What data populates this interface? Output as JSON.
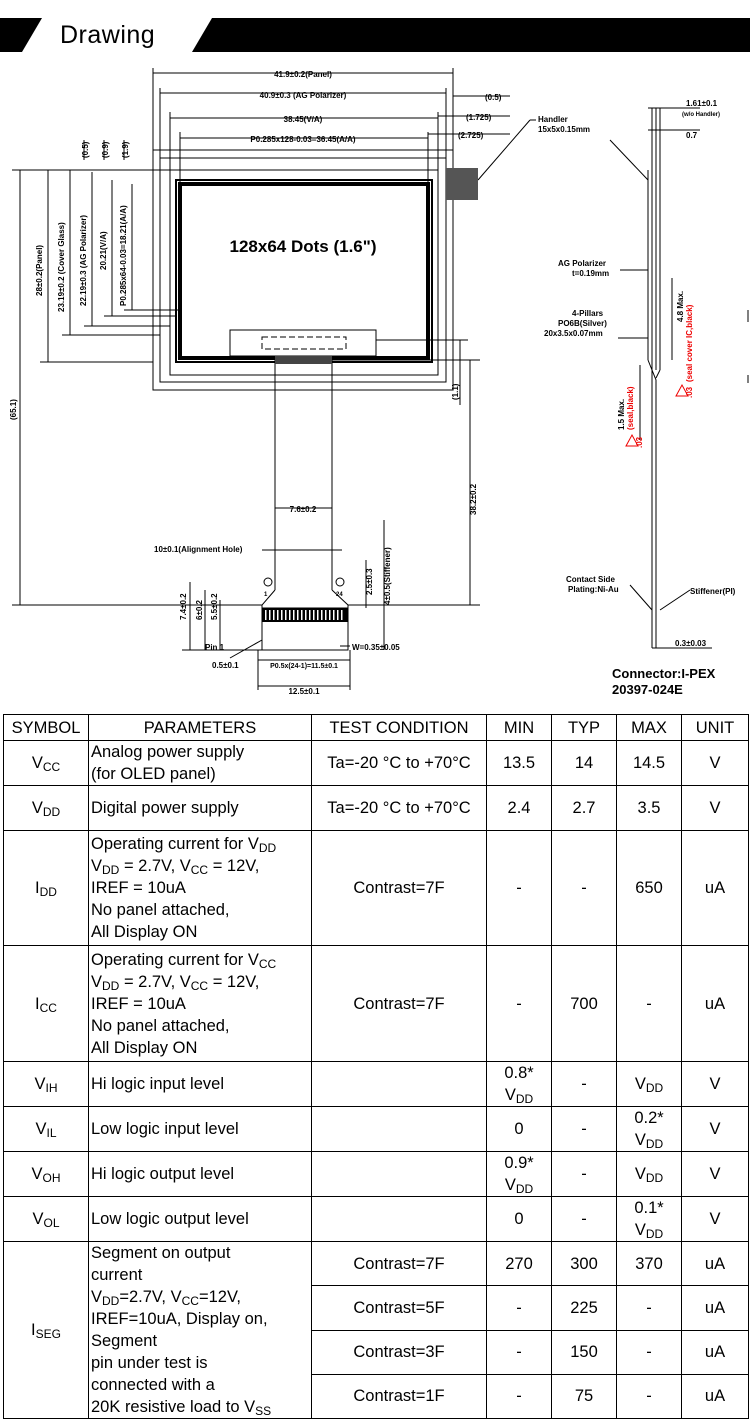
{
  "header": {
    "title": "Drawing"
  },
  "drawing": {
    "labels": {
      "panel_w": "41.9±0.2(Panel)",
      "ag_w": "40.9±0.3 (AG Polarizer)",
      "va_w": "38.45(V/A)",
      "aa_w": "P0.285x128-0.03=36.45(A/A)",
      "off_05": "(0.5)",
      "off_1725": "(1.725)",
      "off_2725": "(2.725)",
      "v05": "(0.5)",
      "v09": "(0.9)",
      "v19": "(1.9)",
      "aa_h": "P0.285x64-0.03=18.21(A/A)",
      "va_h": "20.21(V/A)",
      "ag_h": "22.19±0.3 (AG Polarizer)",
      "cg_h": "23.19±0.2 (Cover Glass)",
      "panel_h": "28±0.2(Panel)",
      "total_h": "(65.1)",
      "dots": "128x64 Dots (1.6\")",
      "fpc_h": "38.2±0.2",
      "off_11": "(1.1)",
      "fpc_w": "7.6±0.2",
      "align_hole": "10±0.1(Alignment Hole)",
      "stiffener": "4±0.5(Stiffener)",
      "s25": "2.5±0.3",
      "s74": "7.4±0.2",
      "s6": "6±0.2",
      "s55": "5.5±0.2",
      "pin1": "Pin 1",
      "w035": "W=0.35±0.05",
      "s05": "0.5±0.1",
      "pitch": "P0.5x(24-1)=11.5±0.1",
      "s125": "12.5±0.1",
      "pin_l": "1",
      "pin_r": "24",
      "handler": "Handler",
      "handler_sz": "15x5x0.15mm",
      "side_161": "1.61±0.1",
      "side_whandler": "(w/o Handler)",
      "side_07": "0.7",
      "ag_pol": "AG Polarizer",
      "ag_t": "t=0.19mm",
      "pillars": "4-Pillars",
      "pillars_mat": "PO6B(Silver)",
      "pillars_sz": "20x3.5x0.07mm",
      "max48": "4.8 Max.",
      "seal_ic": "(seal cover IC,black)",
      "max15": "1.5 Max.",
      "seal_blk": "(seal,black)",
      "tri_mark": ".03",
      "tri_mark2": ".03",
      "contact": "Contact Side",
      "plating": "Plating:Ni-Au",
      "stiffener_pi": "Stiffener(PI)",
      "s03": "0.3±0.03",
      "connector": "Connector:I-PEX",
      "connector_pn": "20397-024E"
    }
  },
  "table": {
    "headers": [
      "SYMBOL",
      "PARAMETERS",
      "TEST CONDITION",
      "MIN",
      "TYP",
      "MAX",
      "UNIT"
    ],
    "rows": [
      {
        "sym": "V",
        "sub": "CC",
        "param": [
          "Analog power supply",
          "(for OLED panel)"
        ],
        "cond": "Ta=-20 °C to +70°C",
        "min": "13.5",
        "typ": "14",
        "max": "14.5",
        "unit": "V"
      },
      {
        "sym": "V",
        "sub": "DD",
        "param": [
          "Digital power supply"
        ],
        "cond": "Ta=-20 °C to +70°C",
        "min": "2.4",
        "typ": "2.7",
        "max": "3.5",
        "unit": "V"
      },
      {
        "sym": "I",
        "sub": "DD",
        "param": [
          "Operating current for V{DD}",
          "V{DD} = 2.7V, V{CC} = 12V,",
          "IREF = 10uA",
          "No panel attached,",
          "All Display ON"
        ],
        "cond": "Contrast=7F",
        "min": "-",
        "typ": "-",
        "max": "650",
        "unit": "uA"
      },
      {
        "sym": "I",
        "sub": "CC",
        "param": [
          "Operating current for V{CC}",
          "V{DD} = 2.7V, V{CC} = 12V,",
          "IREF = 10uA",
          "No panel attached,",
          "All Display ON"
        ],
        "cond": "Contrast=7F",
        "min": "-",
        "typ": "700",
        "max": "-",
        "unit": "uA"
      },
      {
        "sym": "V",
        "sub": "IH",
        "param": [
          "Hi logic input level"
        ],
        "cond": "",
        "min": [
          "0.8*",
          "V{DD}"
        ],
        "typ": "-",
        "max": [
          "V{DD}"
        ],
        "unit": "V"
      },
      {
        "sym": "V",
        "sub": "IL",
        "param": [
          "Low logic input level"
        ],
        "cond": "",
        "min": "0",
        "typ": "-",
        "max": [
          "0.2*",
          "V{DD}"
        ],
        "unit": "V"
      },
      {
        "sym": "V",
        "sub": "OH",
        "param": [
          "Hi logic output level"
        ],
        "cond": "",
        "min": [
          "0.9*",
          "V{DD}"
        ],
        "typ": "-",
        "max": [
          "V{DD}"
        ],
        "unit": "V"
      },
      {
        "sym": "V",
        "sub": "OL",
        "param": [
          "Low logic output level"
        ],
        "cond": "",
        "min": "0",
        "typ": "-",
        "max": [
          "0.1*",
          "V{DD}"
        ],
        "unit": "V"
      }
    ],
    "iseg": {
      "sym": "I",
      "sub": "SEG",
      "param": [
        "Segment on output",
        "current",
        "V{DD}=2.7V, V{CC}=12V,",
        "IREF=10uA, Display on,",
        "Segment",
        "pin under test is",
        "connected with a",
        "20K resistive load to V{SS}"
      ],
      "rows": [
        {
          "cond": "Contrast=7F",
          "min": "270",
          "typ": "300",
          "max": "370",
          "unit": "uA"
        },
        {
          "cond": "Contrast=5F",
          "min": "-",
          "typ": "225",
          "max": "-",
          "unit": "uA"
        },
        {
          "cond": "Contrast=3F",
          "min": "-",
          "typ": "150",
          "max": "-",
          "unit": "uA"
        },
        {
          "cond": "Contrast=1F",
          "min": "-",
          "typ": "75",
          "max": "-",
          "unit": "uA"
        }
      ]
    }
  }
}
